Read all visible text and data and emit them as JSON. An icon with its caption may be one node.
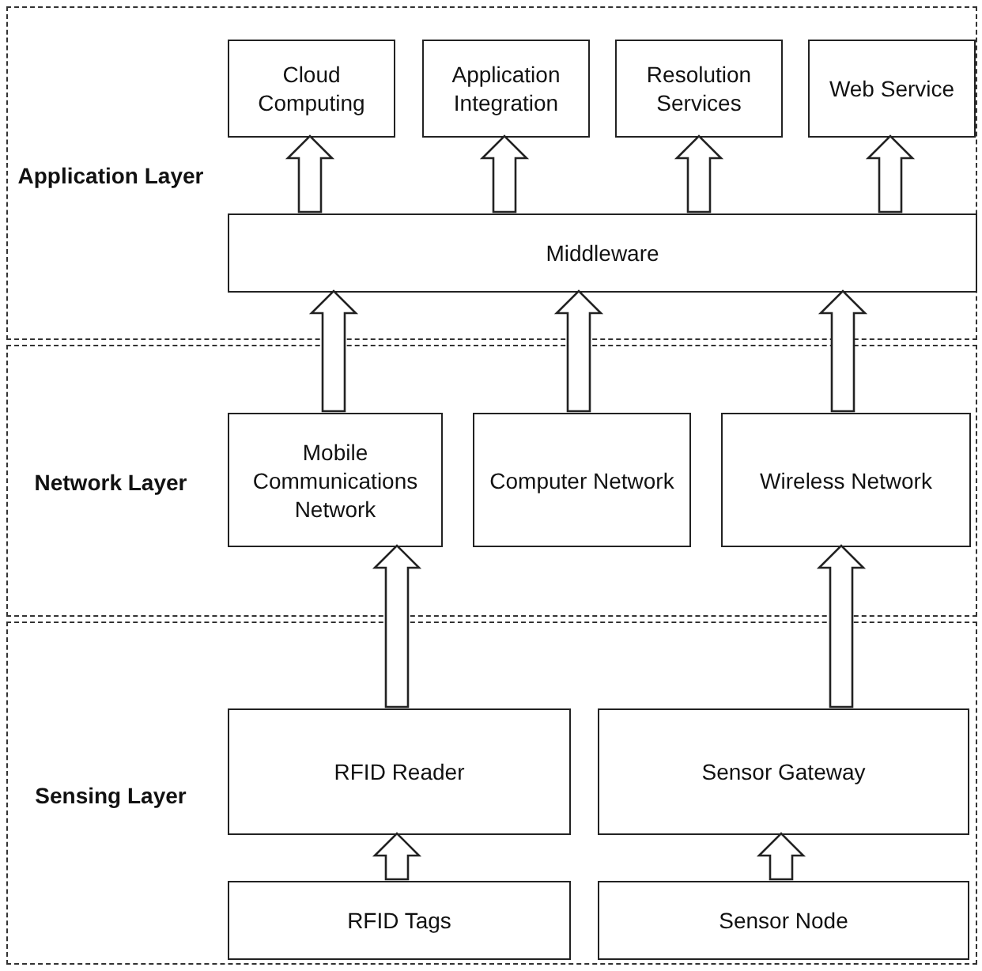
{
  "diagram": {
    "nodes": [
      {
        "text": [
          "Application Layer"
        ]
      },
      {
        "text": [
          "Cloud Computing"
        ],
        "in": 0
      },
      {
        "text": [
          "Application Integration"
        ],
        "in": 0
      },
      {
        "text": [
          "Resolution Services"
        ],
        "in": 0
      },
      {
        "text": [
          "Web Service"
        ],
        "in": 0
      },
      {
        "text": [
          "Middleware"
        ],
        "in": 0
      },
      {
        "text": [
          "Network Layer"
        ]
      },
      {
        "text": [
          "Mobile Communications Network"
        ],
        "in": 6
      },
      {
        "text": [
          "Computer Network"
        ],
        "in": 6
      },
      {
        "text": [
          "Wireless Network"
        ],
        "in": 6
      },
      {
        "text": [
          "Sensing Layer"
        ]
      },
      {
        "text": [
          "RFID Reader"
        ],
        "in": 10
      },
      {
        "text": [
          "Sensor Gateway"
        ],
        "in": 10
      },
      {
        "text": [
          "RFID Tags"
        ],
        "in": 10
      },
      {
        "text": [
          "Sensor Node"
        ],
        "in": 10
      }
    ],
    "edges": [
      {
        "from": 5,
        "to": 1,
        "arrow": "to"
      },
      {
        "from": 5,
        "to": 2,
        "arrow": "to"
      },
      {
        "from": 5,
        "to": 3,
        "arrow": "to"
      },
      {
        "from": 5,
        "to": 4,
        "arrow": "to"
      },
      {
        "from": 7,
        "to": 5,
        "arrow": "to"
      },
      {
        "from": 8,
        "to": 5,
        "arrow": "to"
      },
      {
        "from": 9,
        "to": 5,
        "arrow": "to"
      },
      {
        "from": 11,
        "to": 7,
        "arrow": "to"
      },
      {
        "from": 12,
        "to": 9,
        "arrow": "to"
      },
      {
        "from": 13,
        "to": 11,
        "arrow": "to"
      },
      {
        "from": 14,
        "to": 12,
        "arrow": "to"
      }
    ]
  }
}
